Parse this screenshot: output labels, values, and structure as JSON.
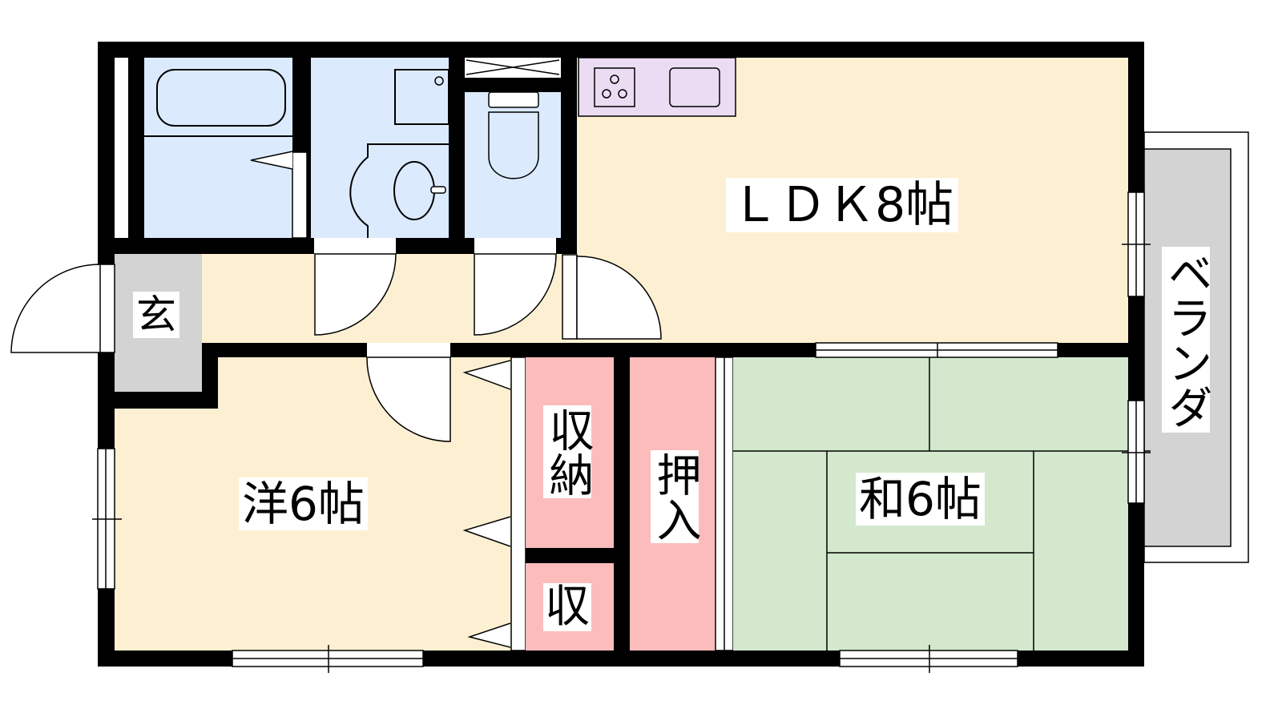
{
  "rooms": {
    "ldk": "ＬＤＫ8帖",
    "western": "洋6帖",
    "japanese": "和6帖",
    "entrance": "玄",
    "storage1": "収納",
    "storage2": "収",
    "closet": "押入",
    "veranda": "ベランダ"
  },
  "colors": {
    "floor": "#fdf0d2",
    "wet": "#dbeafd",
    "tatami": "#d3e8cd",
    "storage": "#fcbcbc",
    "kitchen": "#ebdcf3",
    "entrance": "#d3d3d3",
    "wall": "#000000"
  }
}
